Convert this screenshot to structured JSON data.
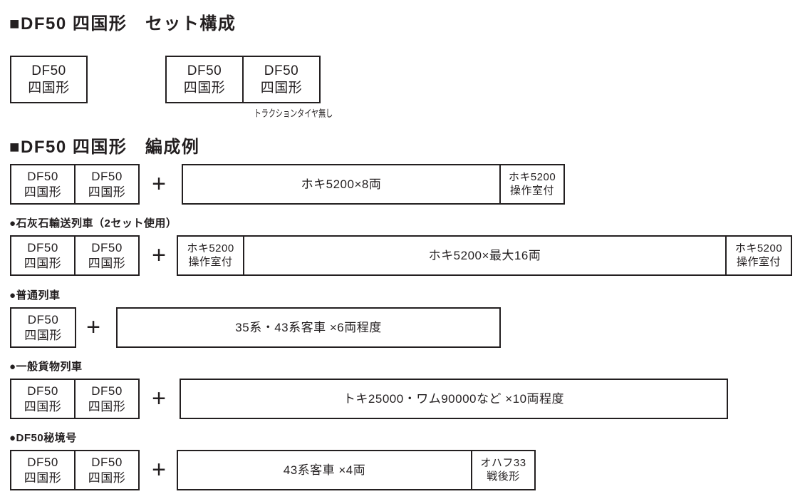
{
  "ink_color": "#231f20",
  "set_section": {
    "title": "■DF50 四国形　セット構成",
    "note": "トラクションタイヤ無し"
  },
  "formation_section": {
    "title": "■DF50 四国形　編成例"
  },
  "loco": {
    "line1": "DF50",
    "line2": "四国形"
  },
  "plus": "+",
  "labels": {
    "limestone": "●石灰石輸送列車（2セット使用）",
    "local": "●普通列車",
    "freight": "●一般貨物列車",
    "hikyo": "●DF50秘境号"
  },
  "cars": {
    "hoki_8": "ホキ5200×8両",
    "hoki_cab": {
      "line1": "ホキ5200",
      "line2": "操作室付"
    },
    "hoki_max16": "ホキ5200×最大16両",
    "pass_35_43": "35系・43系客車 ×6両程度",
    "freight_mix": "トキ25000・ワム90000など ×10両程度",
    "pass_43": "43系客車 ×4両",
    "ohafu33": {
      "line1": "オハフ33",
      "line2": "戦後形"
    }
  }
}
